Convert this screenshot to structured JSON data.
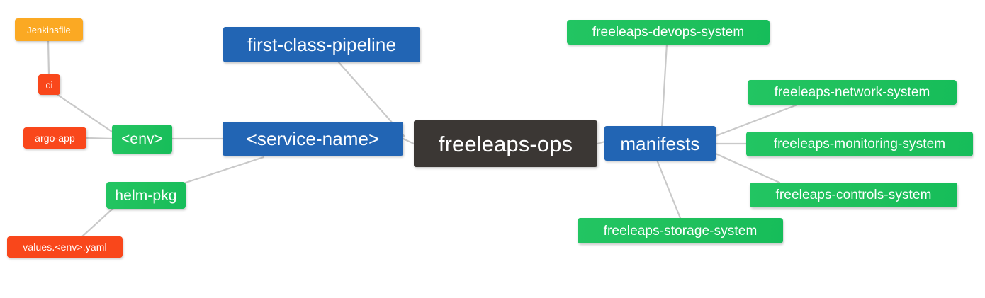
{
  "diagram": {
    "type": "mindmap",
    "title": "freeleaps-ops",
    "background_color": "#ffffff",
    "edge_color": "#c9c9c9",
    "palette": {
      "root": "#3b3734",
      "blue": "#2265b4",
      "green": "#1fc05c",
      "orange": "#fba923",
      "red": "#f9471b",
      "text": "#ffffff"
    }
  },
  "nodes": {
    "root": {
      "label": "freeleaps-ops",
      "color": "#3b3734",
      "level": 0
    },
    "first_class_pipeline": {
      "label": "first-class-pipeline",
      "color": "#2265b4",
      "level": 1
    },
    "service_name": {
      "label": "<service-name>",
      "color": "#2265b4",
      "level": 1
    },
    "manifests": {
      "label": "manifests",
      "color": "#2265b4",
      "level": 1
    },
    "env": {
      "label": "<env>",
      "color": "#1fc05c",
      "level": 2
    },
    "helm_pkg": {
      "label": "helm-pkg",
      "color": "#1fc05c",
      "level": 2
    },
    "ci": {
      "label": "ci",
      "color": "#f9471b",
      "level": 3
    },
    "argo_app": {
      "label": "argo-app",
      "color": "#f9471b",
      "level": 3
    },
    "values_yaml": {
      "label": "values.<env>.yaml",
      "color": "#f9471b",
      "level": 3
    },
    "jenkinsfile": {
      "label": "Jenkinsfile",
      "color": "#fba923",
      "level": 4
    },
    "devops_system": {
      "label": "freeleaps-devops-system",
      "color": "#1fc05c",
      "level": 2
    },
    "network_system": {
      "label": "freeleaps-network-system",
      "color": "#1fc05c",
      "level": 2
    },
    "monitoring_system": {
      "label": "freeleaps-monitoring-system",
      "color": "#1fc05c",
      "level": 2
    },
    "controls_system": {
      "label": "freeleaps-controls-system",
      "color": "#1fc05c",
      "level": 2
    },
    "storage_system": {
      "label": "freeleaps-storage-system",
      "color": "#1fc05c",
      "level": 2
    }
  },
  "edges": [
    {
      "from": "root",
      "to": "service_name"
    },
    {
      "from": "root",
      "to": "manifests"
    },
    {
      "from": "service_name",
      "to": "first_class_pipeline"
    },
    {
      "from": "service_name",
      "to": "env"
    },
    {
      "from": "service_name",
      "to": "helm_pkg"
    },
    {
      "from": "env",
      "to": "ci"
    },
    {
      "from": "env",
      "to": "argo_app"
    },
    {
      "from": "ci",
      "to": "jenkinsfile"
    },
    {
      "from": "helm_pkg",
      "to": "values_yaml"
    },
    {
      "from": "manifests",
      "to": "devops_system"
    },
    {
      "from": "manifests",
      "to": "network_system"
    },
    {
      "from": "manifests",
      "to": "monitoring_system"
    },
    {
      "from": "manifests",
      "to": "controls_system"
    },
    {
      "from": "manifests",
      "to": "storage_system"
    }
  ]
}
